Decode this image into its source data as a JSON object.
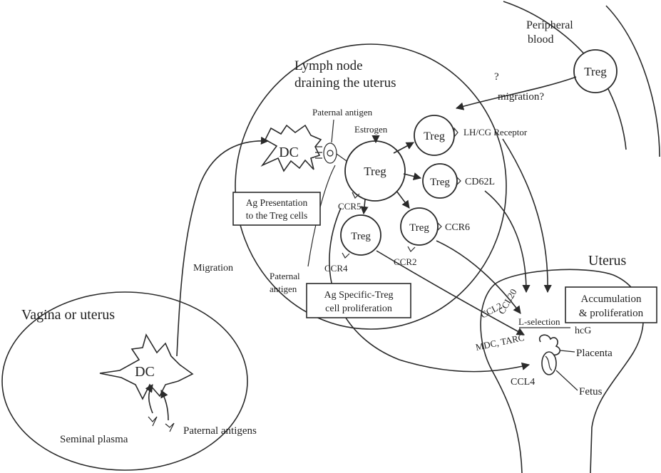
{
  "regions": {
    "peripheral_blood": "Peripheral\nblood",
    "lymph_node": "Lymph node\ndraining the uterus",
    "vagina": "Vagina or uterus",
    "uterus": "Uterus"
  },
  "cells": {
    "dc_top": "DC",
    "dc_bottom": "DC",
    "treg_blood": "Treg",
    "treg_center": "Treg",
    "treg_lh": "Treg",
    "treg_cd62l": "Treg",
    "treg_ccr6": "Treg",
    "treg_ccr4": "Treg"
  },
  "labels": {
    "question": "?",
    "migration_q": "migration?",
    "paternal_antigen_top": "Paternal antigen",
    "estrogen": "Estrogen",
    "lhcg_receptor": "LH/CG Receptor",
    "cd62l": "CD62L",
    "ccr5": "CCR5",
    "ccr6": "CCR6",
    "ccr4": "CCR4",
    "ccr2": "CCR2",
    "paternal_antigen_mid_1": "Paternal",
    "paternal_antigen_mid_2": "antigen",
    "migration": "Migration",
    "seminal_plasma": "Seminal plasma",
    "paternal_antigens": "Paternal antigens",
    "ccl20": "CCL20",
    "ccl2": "CCL2",
    "mdc_tarc": "MDC, TARC",
    "ccl4": "CCL4",
    "l_selection": "L-selection",
    "hcg": "hcG",
    "placenta": "Placenta",
    "fetus": "Fetus"
  },
  "boxes": {
    "ag_presentation_1": "Ag Presentation",
    "ag_presentation_2": "to the Treg cells",
    "ag_specific_1": "Ag Specific-Treg",
    "ag_specific_2": "cell proliferation",
    "accumulation_1": "Accumulation",
    "accumulation_2": "& proliferation"
  }
}
